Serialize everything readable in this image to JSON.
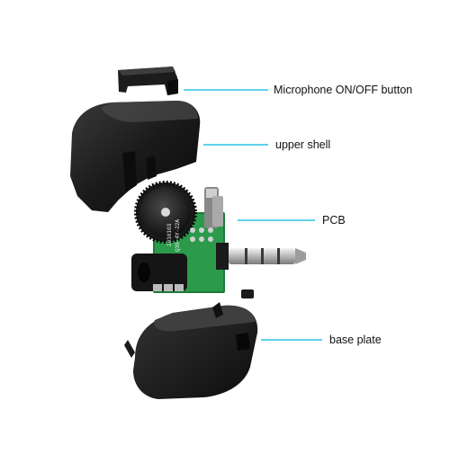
{
  "diagram": {
    "title": "",
    "accent_color": "#29c3e6",
    "parts": [
      {
        "id": "mic-button",
        "label": "Microphone ON/OFF button"
      },
      {
        "id": "upper-shell",
        "label": "upper shell"
      },
      {
        "id": "pcb",
        "label": "PCB"
      },
      {
        "id": "base-plate",
        "label": "base plate"
      }
    ],
    "pcb_markings": [
      "2016103",
      "Q39-4Y-22A"
    ]
  }
}
